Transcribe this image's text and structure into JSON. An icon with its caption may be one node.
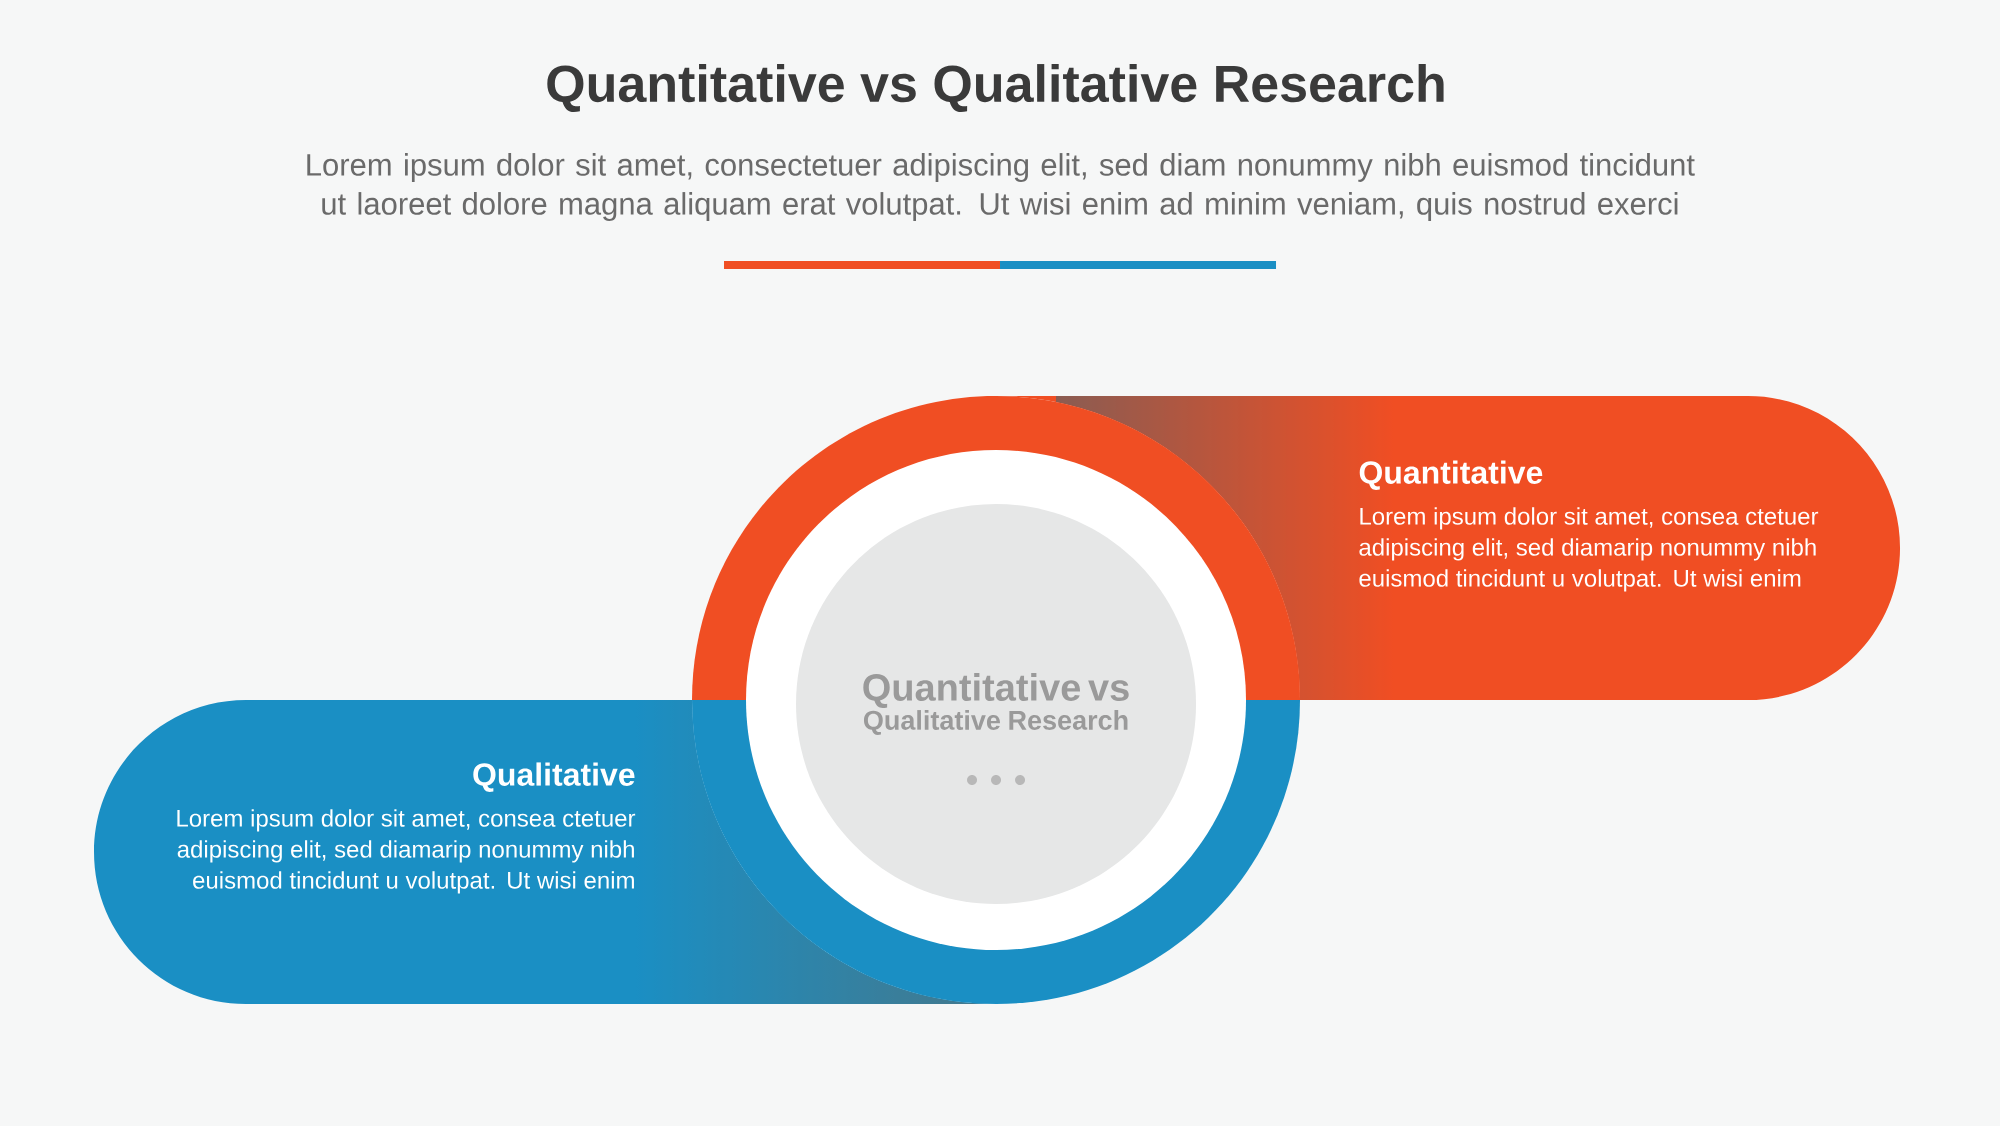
{
  "diagram": {
    "title": "Quantitative vs Qualitative Research",
    "nodes": [
      {
        "text": [
          "Quantitative vs",
          "Qualitative Research"
        ]
      },
      {
        "text": [
          "Quantitative",
          "Lorem ipsum dolor sit amet, consea ctetuer adipiscing elit, sed diamarip nonummy nibh euismod tincidunt u volutpat. Ut wisi enim"
        ]
      },
      {
        "text": [
          "Qualitative",
          "Lorem ipsum dolor sit amet, consea ctetuer adipiscing elit, sed diamarip nonummy nibh euismod tincidunt u volutpat. Ut wisi enim"
        ]
      }
    ],
    "labels": [
      "Lorem ipsum dolor sit amet, consectetuer adipiscing elit, sed diam nonummy nibh euismod tincidunt ut laoreet dolore magna aliquam erat volutpat. Ut wisi enim ad minim veniam, quis nostrud exerci"
    ]
  }
}
